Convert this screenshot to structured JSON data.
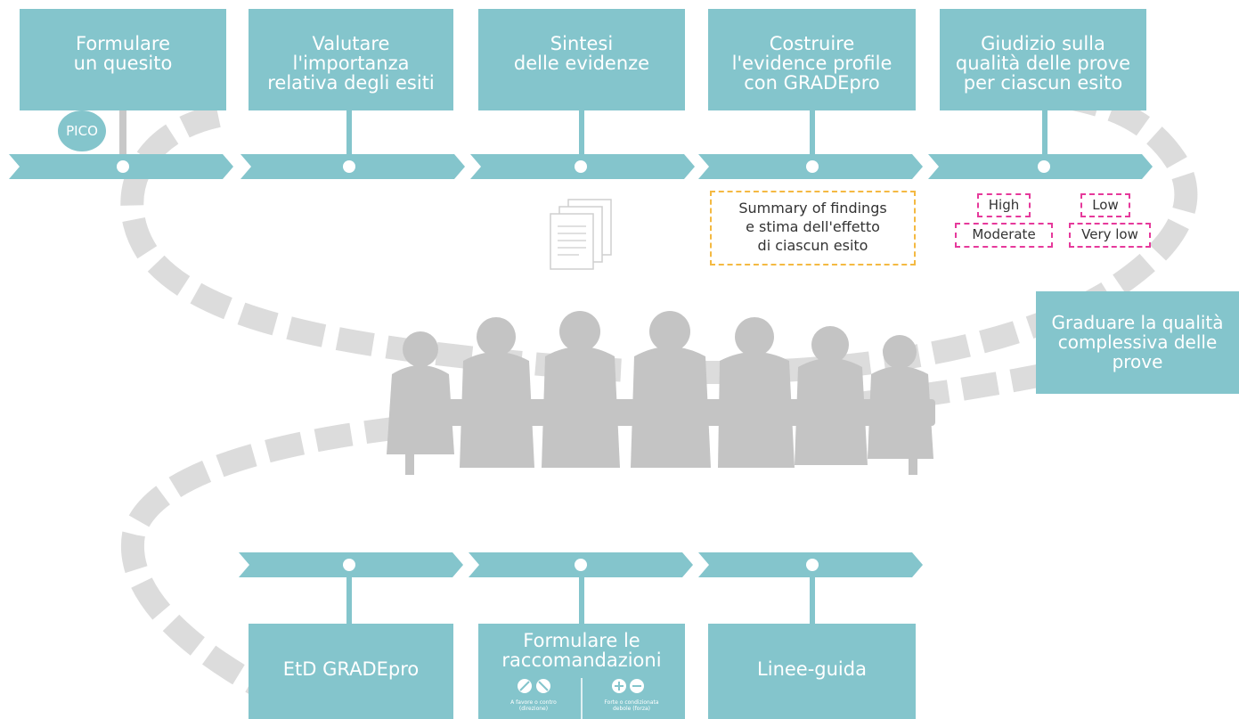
{
  "colors": {
    "teal": "#84c5cc",
    "gray_path": "#dcdcdc",
    "silhouette": "#c4c4c4",
    "summary_border": "#f4b942",
    "quality_border": "#e6399b"
  },
  "top_steps": [
    {
      "label": "Formulare\nun quesito"
    },
    {
      "label": "Valutare\nl'importanza\nrelativa degli esiti"
    },
    {
      "label": "Sintesi\ndelle evidenze"
    },
    {
      "label": "Costruire\nl'evidence profile\ncon GRADEpro"
    },
    {
      "label": "Giudizio sulla\nqualità delle prove\nper ciascun esito"
    }
  ],
  "pico": "PICO",
  "summary": "Summary of findings\ne stima dell'effetto\ndi ciascun esito",
  "quality_levels": [
    "High",
    "Low",
    "Moderate",
    "Very low"
  ],
  "side_step": {
    "label": "Graduare la qualità\ncomplessiva delle\nprove"
  },
  "bottom_steps": [
    {
      "label": "EtD GRADEpro"
    },
    {
      "label": "Formulare le\nraccomandazioni",
      "left_caption": "A favore o contro\n(direzione)",
      "right_caption": "Forte o condizionata\ndebole (forza)"
    },
    {
      "label": "Linee-guida"
    }
  ],
  "icons": [
    "documents-icon",
    "meeting-silhouette-icon",
    "for-icon",
    "against-icon",
    "plus-icon",
    "minus-icon"
  ]
}
